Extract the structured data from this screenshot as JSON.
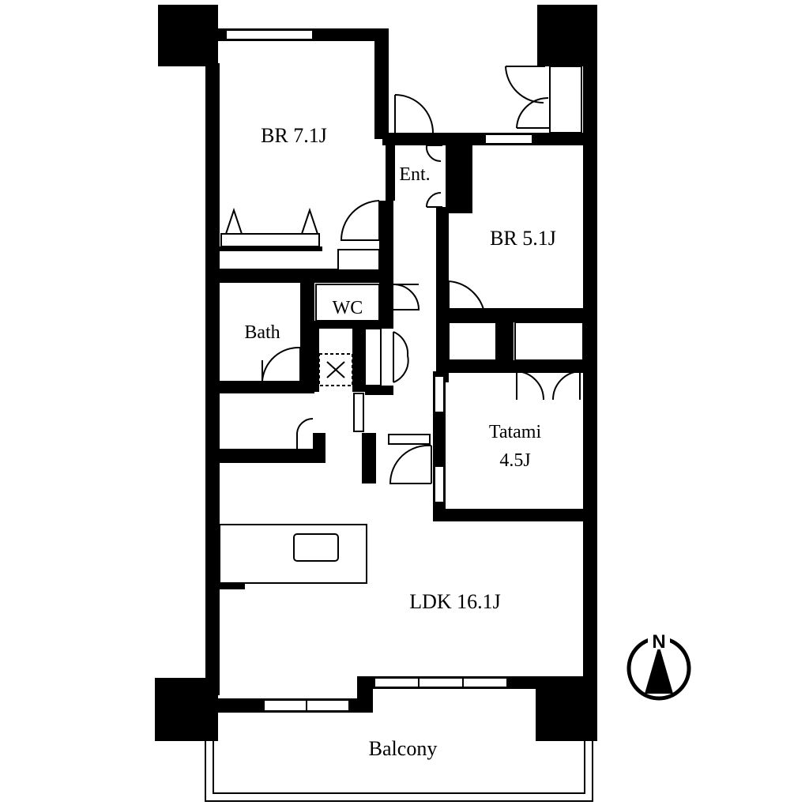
{
  "floorplan": {
    "rooms": {
      "br1": "BR 7.1J",
      "entrance": "Ent.",
      "br2": "BR 5.1J",
      "wc": "WC",
      "bath": "Bath",
      "tatami_line1": "Tatami",
      "tatami_line2": "4.5J",
      "ldk": "LDK 16.1J",
      "balcony": "Balcony"
    },
    "compass": {
      "north_label": "N"
    },
    "colors": {
      "wall": "#000000",
      "background": "#ffffff"
    }
  }
}
